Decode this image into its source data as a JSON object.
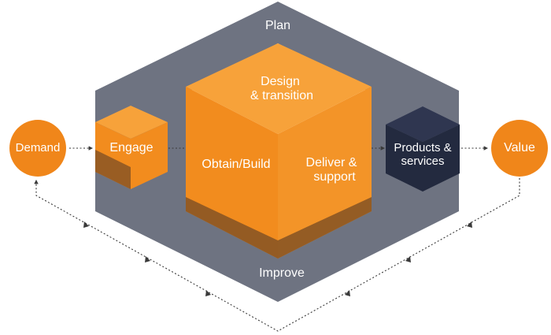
{
  "diagram": {
    "plan_label": "Plan",
    "improve_label": "Improve",
    "demand_label": "Demand",
    "engage_label": "Engage",
    "design_line1": "Design",
    "design_line2": "& transition",
    "obtain_label": "Obtain/Build",
    "deliver_line1": "Deliver &",
    "deliver_line2": "support",
    "products_line1": "Products &",
    "products_line2": "services",
    "value_label": "Value"
  },
  "colors": {
    "hex_ring": "#6e7381",
    "orange": "#f28c1e",
    "orange_light": "#f7a23a",
    "orange_dark": "#8a5524",
    "navy": "#232a3f",
    "navy_light": "#2f3650",
    "circle_orange": "#f0861a",
    "line": "#3a3a3a"
  }
}
